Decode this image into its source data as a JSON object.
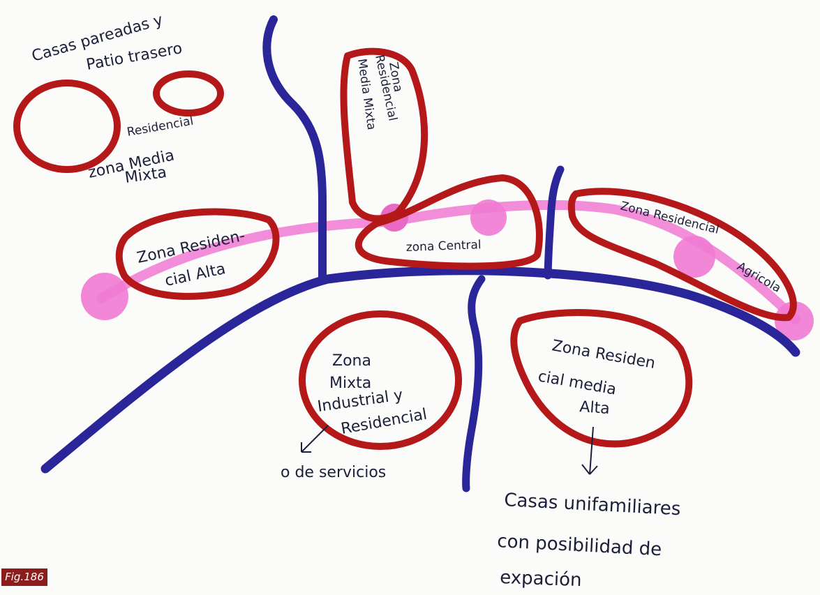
{
  "figure_tag": "Fig.186",
  "colors": {
    "road": "#2a2699",
    "zone_outline": "#b51818",
    "corridor": "#f07ad2",
    "ink": "#1b1f3a"
  },
  "notes": {
    "top_left_line1": "Casas pareadas y",
    "top_left_line2": "Patio trasero",
    "services": "o de servicios",
    "houses_line1": "Casas unifamiliares",
    "houses_line2": "con posibilidad de",
    "houses_line3": "expación"
  },
  "zones": {
    "legend_small_line1": "Residencial",
    "legend_small_line2": "zona Media",
    "legend_small_line3": "Mixta",
    "alta_line1": "Zona Residen-",
    "alta_line2": "cial Alta",
    "media_mixta_line1": "Zona",
    "media_mixta_line2": "Residencial",
    "media_mixta_line3": "Media Mixta",
    "central": "zona Central",
    "agricola_line1": "Zona Residencial",
    "agricola_line2": "Agricola",
    "industrial_line1": "Zona",
    "industrial_line2": "Mixta",
    "industrial_line3": "Industrial y",
    "industrial_line4": "Residencial",
    "media_alta_line1": "Zona Residen",
    "media_alta_line2": "cial media",
    "media_alta_line3": "Alta"
  }
}
